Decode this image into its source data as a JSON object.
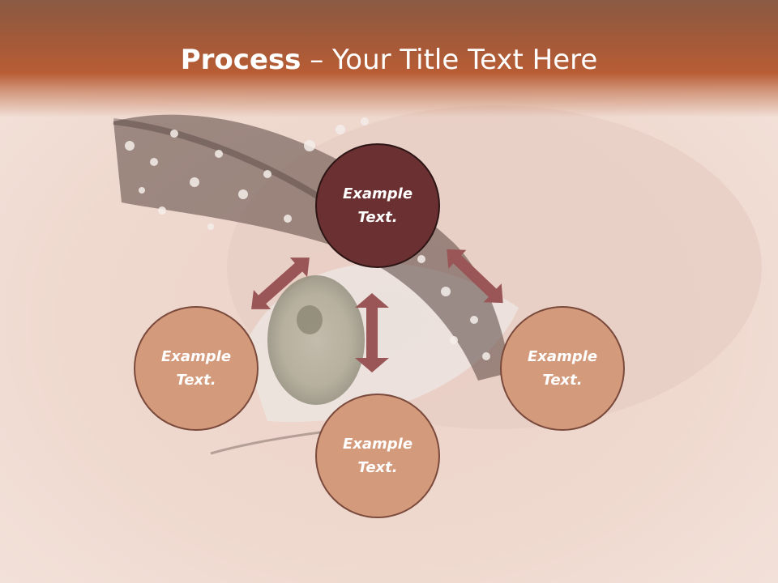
{
  "slide": {
    "title_strong": "Process",
    "title_rest": " – Your Title Text Here"
  },
  "nodes": {
    "top": {
      "line1": "Example",
      "line2": "Text."
    },
    "left": {
      "line1": "Example",
      "line2": "Text."
    },
    "right": {
      "line1": "Example",
      "line2": "Text."
    },
    "bottom": {
      "line1": "Example",
      "line2": "Text."
    }
  },
  "colors": {
    "accent": "#b85d35",
    "main_node": "#6b3132",
    "sub_node": "#d49a7c",
    "arrow": "#9a5656"
  }
}
